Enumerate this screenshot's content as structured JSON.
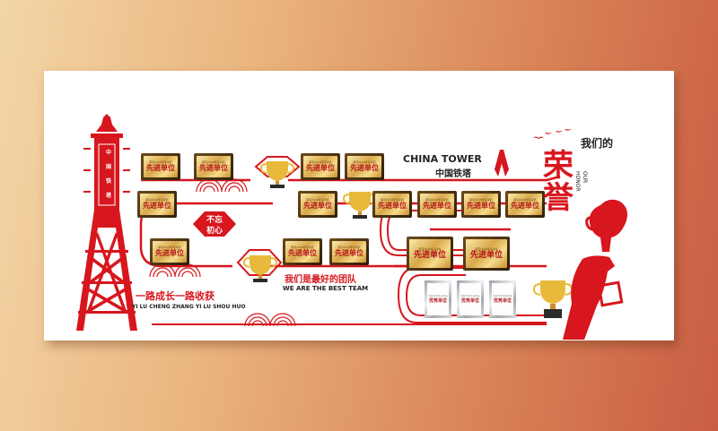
{
  "colors": {
    "accent": "#d7161e",
    "gold": "#d8a84a",
    "dark": "#222222"
  },
  "plaque_small": "荣获2018年度考核",
  "plaque_label": "先进单位",
  "cert_label": "优秀单位",
  "slogan_badge": {
    "line1": "不忘",
    "line2": "初心"
  },
  "brand": {
    "en": "CHINA TOWER",
    "cn": "中国铁塔"
  },
  "tower_text": [
    "中",
    "国",
    "铁",
    "塔"
  ],
  "left_slogan": {
    "cn": "一路成长一路收获",
    "en": "YI LU CHENG ZHANG YI LU SHOU HUO"
  },
  "team_slogan": {
    "cn": "我们是最好的团队",
    "en": "WE ARE THE BEST TEAM"
  },
  "honor": {
    "top": "我们的",
    "big": "荣誉",
    "en1": "OUR",
    "en2": "HONOR"
  },
  "icons": [
    "tower-icon",
    "trophy-icon",
    "bird-icon",
    "hand-holding-trophy-icon",
    "china-tower-logo-icon"
  ]
}
